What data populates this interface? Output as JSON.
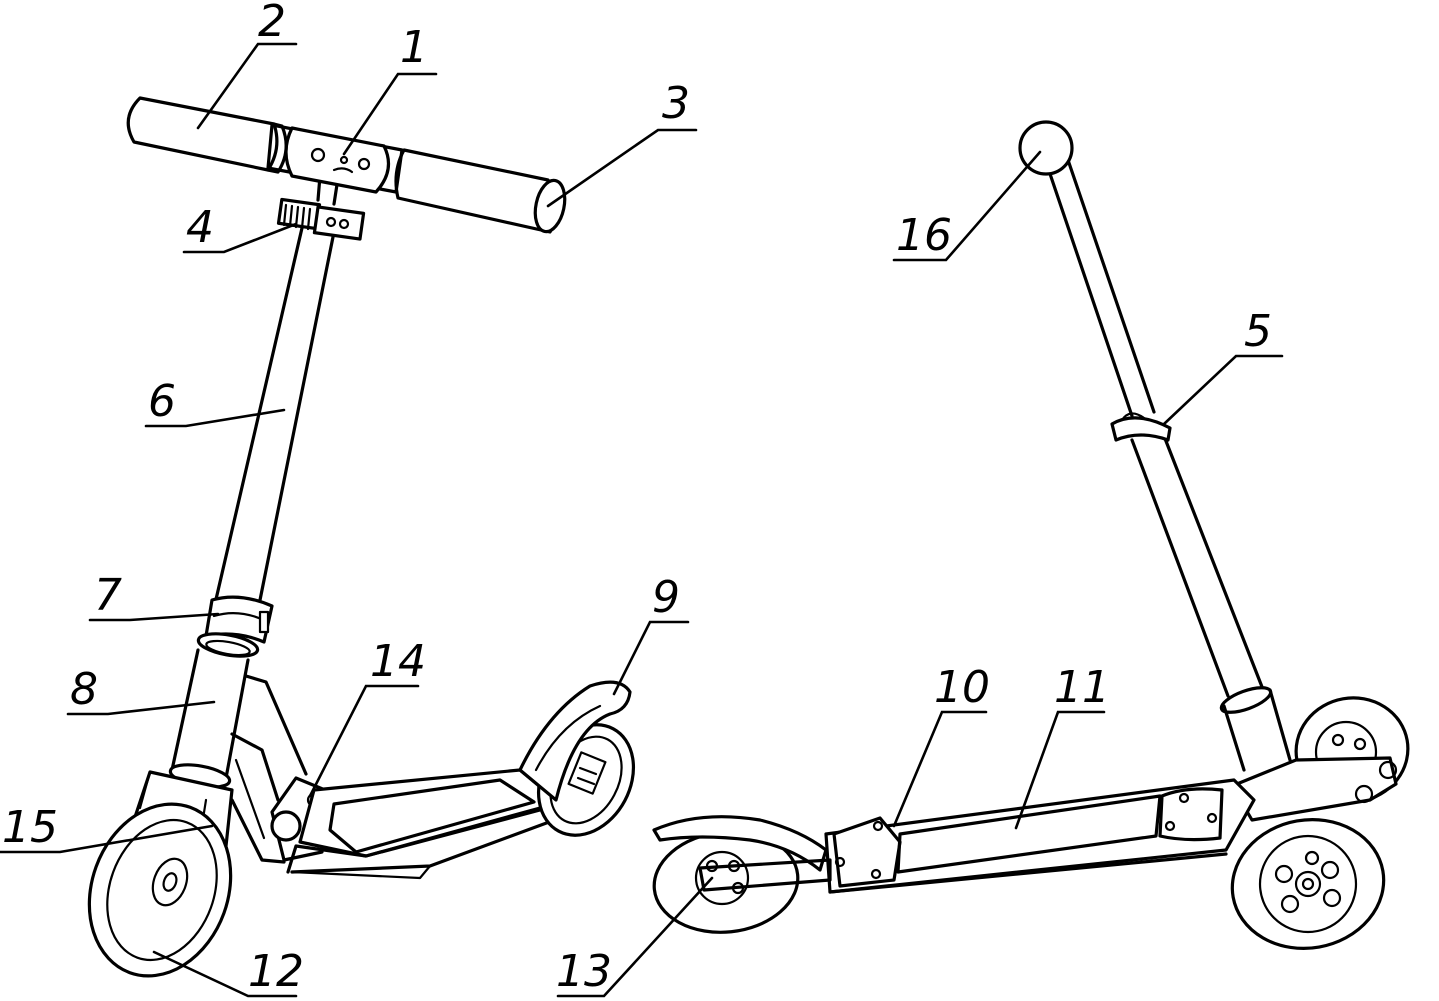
{
  "callouts": [
    {
      "id": "1",
      "text": "1"
    },
    {
      "id": "2",
      "text": "2"
    },
    {
      "id": "3",
      "text": "3"
    },
    {
      "id": "4",
      "text": "4"
    },
    {
      "id": "5",
      "text": "5"
    },
    {
      "id": "6",
      "text": "6"
    },
    {
      "id": "7",
      "text": "7"
    },
    {
      "id": "8",
      "text": "8"
    },
    {
      "id": "9",
      "text": "9"
    },
    {
      "id": "10",
      "text": "10"
    },
    {
      "id": "11",
      "text": "11"
    },
    {
      "id": "12",
      "text": "12"
    },
    {
      "id": "13",
      "text": "13"
    },
    {
      "id": "14",
      "text": "14"
    },
    {
      "id": "15",
      "text": "15"
    },
    {
      "id": "16",
      "text": "16"
    }
  ],
  "colors": {
    "ink": "#000000",
    "paper": "#ffffff"
  }
}
